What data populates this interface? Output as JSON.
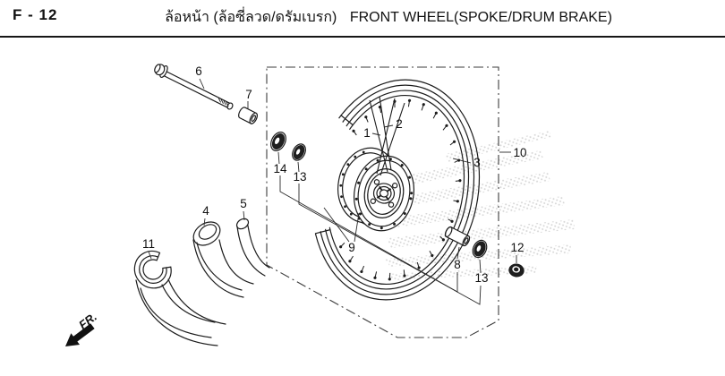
{
  "header": {
    "page_code": "F - 12",
    "title_thai": "ล้อหน้า (ล้อซี่ลวด/ดรัมเบรก)",
    "title_english": "FRONT WHEEL(SPOKE/DRUM BRAKE)"
  },
  "diagram": {
    "direction_label": "FR.",
    "callouts": {
      "c1": "1",
      "c2": "2",
      "c3": "3",
      "c4": "4",
      "c5": "5",
      "c6": "6",
      "c7": "7",
      "c8": "8",
      "c9": "9",
      "c10": "10",
      "c11": "11",
      "c12": "12",
      "c13_left": "13",
      "c13_right": "13",
      "c14": "14"
    },
    "colors": {
      "line": "#1c1c1c",
      "watermark_dots": "#cfcfcf"
    }
  }
}
